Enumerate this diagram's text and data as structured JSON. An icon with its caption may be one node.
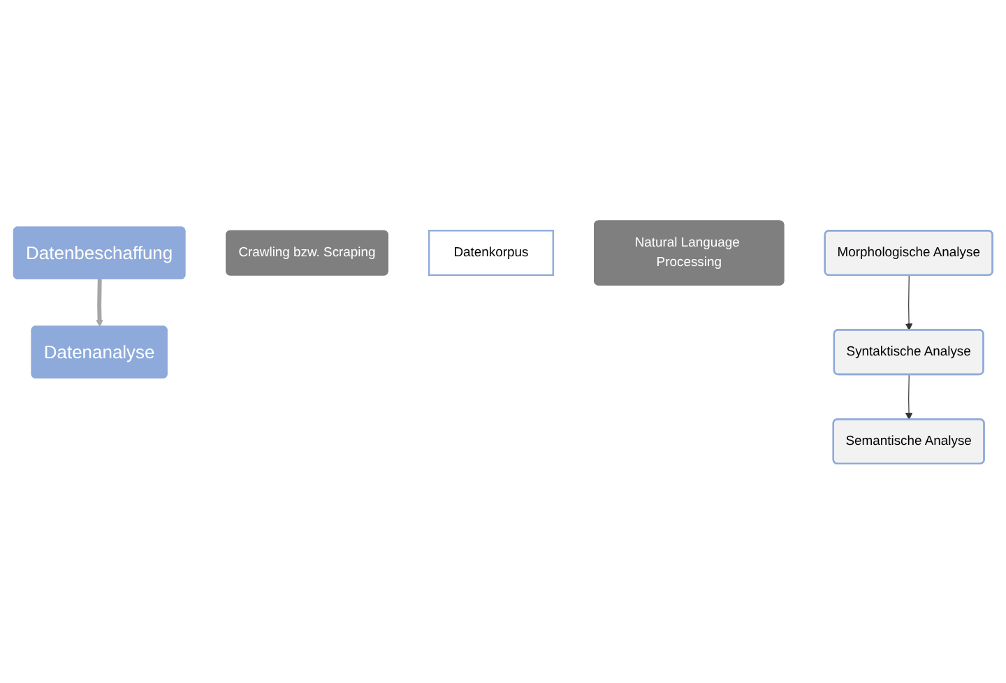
{
  "diagram": {
    "nodes": [
      {
        "text": [
          "Datenbeschaffung"
        ]
      },
      {
        "text": [
          "Crawling bzw. Scraping"
        ]
      },
      {
        "text": [
          "Datenkorpus"
        ]
      },
      {
        "text": [
          "Datenanalyse"
        ]
      },
      {
        "text": [
          "Natural Language Processing"
        ]
      },
      {
        "text": [
          "Morphologische Analyse"
        ]
      },
      {
        "text": [
          "Syntaktische Analyse"
        ]
      },
      {
        "text": [
          "Semantische Analyse"
        ]
      }
    ],
    "edges": [
      {
        "from": 0,
        "to": 3,
        "arrow": "to",
        "style": "thick",
        "color": "#a6a6a6"
      },
      {
        "from": 5,
        "to": 6,
        "arrow": "to"
      },
      {
        "from": 6,
        "to": 7,
        "arrow": "to"
      }
    ]
  }
}
